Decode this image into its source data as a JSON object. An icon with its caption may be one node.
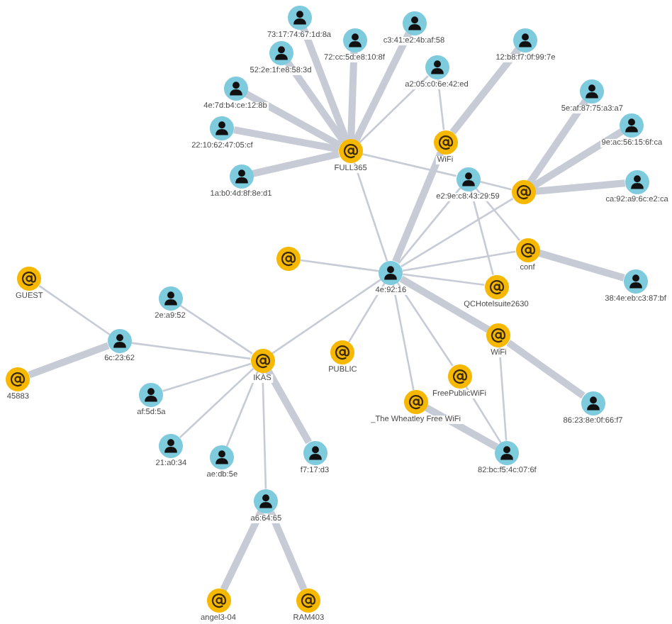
{
  "diagram": {
    "nodes": [
      {
        "text": [
          "73:17:74:67:1d:8a"
        ]
      },
      {
        "text": [
          "c3:41:e2:4b:af:58"
        ]
      },
      {
        "text": [
          "12:b8:f7:0f:99:7e"
        ]
      },
      {
        "text": [
          "72:cc:5d:e8:10:8f"
        ]
      },
      {
        "text": [
          "52:2e:1f:e8:58:3d"
        ]
      },
      {
        "text": [
          "a2:05:c0:6e:42:ed"
        ]
      },
      {
        "text": [
          "4e:7d:b4:ce:12:8b"
        ]
      },
      {
        "text": [
          "5e:af:87:75:a3:a7"
        ]
      },
      {
        "text": [
          "9e:ac:56:15:6f:ca"
        ]
      },
      {
        "text": [
          "22:10:62:47:05:cf"
        ]
      },
      {
        "text": [
          "WiFi"
        ]
      },
      {
        "text": [
          "FULL365"
        ]
      },
      {
        "text": [
          "1a:b0:4d:8f:8e:d1"
        ]
      },
      {
        "text": [
          "ca:92:a9:6c:e2:ca"
        ]
      },
      {
        "text": [],
        "shape": "circle"
      },
      {
        "text": [
          "e2:9e:c8:43:29:59"
        ]
      },
      {
        "text": [],
        "shape": "circle"
      },
      {
        "text": [
          "conf"
        ]
      },
      {
        "text": [
          "GUEST"
        ]
      },
      {
        "text": [
          "4e:92:16"
        ]
      },
      {
        "text": [
          "38:4e:eb:c3:87:bf"
        ]
      },
      {
        "text": [
          "QCHotelsuite2630"
        ]
      },
      {
        "text": [
          "2e:a9:52"
        ]
      },
      {
        "text": [
          "WiFi"
        ]
      },
      {
        "text": [
          "6c:23:62"
        ]
      },
      {
        "text": [
          "PUBLIC"
        ]
      },
      {
        "text": [
          "IKAS"
        ]
      },
      {
        "text": [
          "FreePublicWiFi"
        ]
      },
      {
        "text": [
          "45883"
        ]
      },
      {
        "text": [
          "af:5d:5a"
        ]
      },
      {
        "text": [
          "_The Wheatley Free WiFi"
        ]
      },
      {
        "text": [
          "86:23:8e:0f:66:f7"
        ]
      },
      {
        "text": [
          "21:a0:34"
        ]
      },
      {
        "text": [
          "82:bc:f5:4c:07:6f"
        ]
      },
      {
        "text": [
          "f7:17:d3"
        ]
      },
      {
        "text": [
          "ae:db:5e"
        ]
      },
      {
        "text": [
          "a6:64:65"
        ]
      },
      {
        "text": [
          "angel3-04"
        ]
      },
      {
        "text": [
          "RAM403"
        ]
      }
    ],
    "edges": [
      {
        "from": 11,
        "to": 0,
        "arrow": "none",
        "style": "thick"
      },
      {
        "from": 11,
        "to": 1,
        "arrow": "none",
        "style": "thick"
      },
      {
        "from": 11,
        "to": 3,
        "arrow": "none",
        "style": "thick"
      },
      {
        "from": 11,
        "to": 4,
        "arrow": "none",
        "style": "thick"
      },
      {
        "from": 11,
        "to": 6,
        "arrow": "none",
        "style": "thick"
      },
      {
        "from": 11,
        "to": 5,
        "arrow": "none"
      },
      {
        "from": 11,
        "to": 9,
        "arrow": "none",
        "style": "thick"
      },
      {
        "from": 11,
        "to": 12,
        "arrow": "none",
        "style": "thick"
      },
      {
        "from": 11,
        "to": 19,
        "arrow": "none"
      },
      {
        "from": 11,
        "to": 15,
        "arrow": "none"
      },
      {
        "from": 10,
        "to": 2,
        "arrow": "none",
        "style": "thick"
      },
      {
        "from": 10,
        "to": 5,
        "arrow": "none"
      },
      {
        "from": 10,
        "to": 19,
        "arrow": "none",
        "style": "thick"
      },
      {
        "from": 14,
        "to": 7,
        "arrow": "none",
        "style": "thick"
      },
      {
        "from": 14,
        "to": 8,
        "arrow": "none",
        "style": "thick"
      },
      {
        "from": 14,
        "to": 13,
        "arrow": "none",
        "style": "thick"
      },
      {
        "from": 14,
        "to": 19,
        "arrow": "none"
      },
      {
        "from": 14,
        "to": 15,
        "arrow": "none"
      },
      {
        "from": 15,
        "to": 19,
        "arrow": "none"
      },
      {
        "from": 17,
        "to": 15,
        "arrow": "none"
      },
      {
        "from": 21,
        "to": 15,
        "arrow": "none"
      },
      {
        "from": 16,
        "to": 19,
        "arrow": "none"
      },
      {
        "from": 17,
        "to": 19,
        "arrow": "none"
      },
      {
        "from": 17,
        "to": 20,
        "arrow": "none",
        "style": "thick"
      },
      {
        "from": 21,
        "to": 19,
        "arrow": "none"
      },
      {
        "from": 23,
        "to": 19,
        "arrow": "none",
        "style": "thick"
      },
      {
        "from": 23,
        "to": 31,
        "arrow": "none",
        "style": "thick"
      },
      {
        "from": 25,
        "to": 19,
        "arrow": "none"
      },
      {
        "from": 27,
        "to": 19,
        "arrow": "none"
      },
      {
        "from": 30,
        "to": 19,
        "arrow": "none"
      },
      {
        "from": 26,
        "to": 19,
        "arrow": "none"
      },
      {
        "from": 23,
        "to": 33,
        "arrow": "none"
      },
      {
        "from": 27,
        "to": 33,
        "arrow": "none"
      },
      {
        "from": 30,
        "to": 33,
        "arrow": "none",
        "style": "thick"
      },
      {
        "from": 18,
        "to": 24,
        "arrow": "none"
      },
      {
        "from": 28,
        "to": 24,
        "arrow": "none",
        "style": "thick"
      },
      {
        "from": 26,
        "to": 24,
        "arrow": "none"
      },
      {
        "from": 26,
        "to": 22,
        "arrow": "none"
      },
      {
        "from": 26,
        "to": 29,
        "arrow": "none"
      },
      {
        "from": 26,
        "to": 32,
        "arrow": "none"
      },
      {
        "from": 26,
        "to": 35,
        "arrow": "none"
      },
      {
        "from": 26,
        "to": 34,
        "arrow": "none",
        "style": "thick"
      },
      {
        "from": 26,
        "to": 36,
        "arrow": "none"
      },
      {
        "from": 37,
        "to": 36,
        "arrow": "none",
        "style": "thick"
      },
      {
        "from": 38,
        "to": 36,
        "arrow": "none",
        "style": "thick"
      }
    ]
  }
}
